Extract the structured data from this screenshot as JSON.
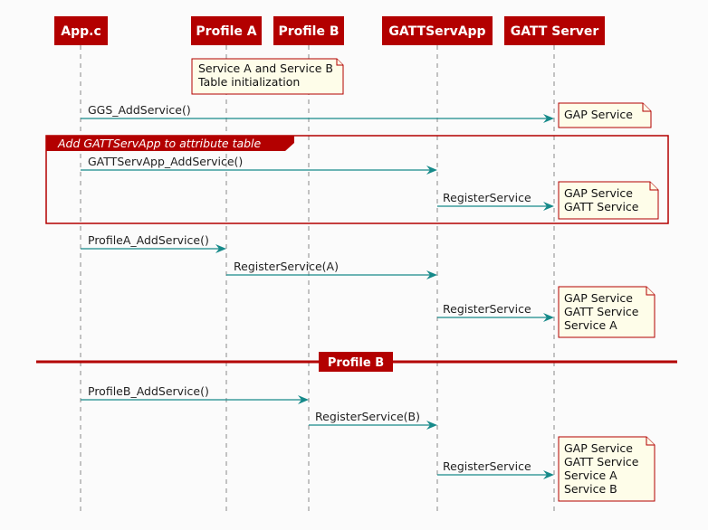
{
  "participants": {
    "app": "App.c",
    "profile_a": "Profile A",
    "profile_b": "Profile B",
    "gattservapp": "GATTServApp",
    "gatt_server": "GATT Server"
  },
  "notes": {
    "init": [
      "Service A and Service B",
      "Table initialization"
    ],
    "gap": [
      "GAP Service"
    ],
    "gap_gatt": [
      "GAP Service",
      "GATT Service"
    ],
    "gap_gatt_a": [
      "GAP Service",
      "GATT Service",
      "Service A"
    ],
    "gap_gatt_a_b": [
      "GAP Service",
      "GATT Service",
      "Service A",
      "Service B"
    ]
  },
  "group": {
    "label": "Add GATTServApp to attribute table"
  },
  "divider": {
    "label": "Profile B"
  },
  "messages": {
    "ggs_add": "GGS_AddService()",
    "gattservapp_add": "GATTServApp_AddService()",
    "register_1": "RegisterService",
    "profilea_add": "ProfileA_AddService()",
    "register_a": "RegisterService(A)",
    "register_2": "RegisterService",
    "profileb_add": "ProfileB_AddService()",
    "register_b": "RegisterService(B)",
    "register_3": "RegisterService"
  },
  "colors": {
    "participant_fill": "#b30000",
    "arrow": "#168a8a",
    "note_fill": "#fefde9",
    "background": "#fbfbfb"
  }
}
